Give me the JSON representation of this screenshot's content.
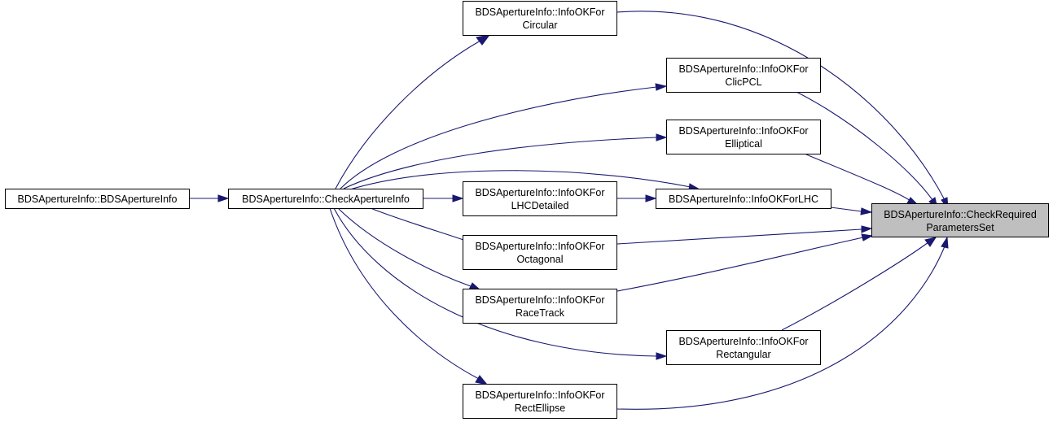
{
  "colors": {
    "edge": "#191970",
    "node_fill": "#ffffff",
    "highlight_fill": "#bfbfbf",
    "border": "#000000"
  },
  "nodes": {
    "ctor": [
      "BDSApertureInfo::BDSApertureInfo"
    ],
    "check": [
      "BDSApertureInfo::CheckApertureInfo"
    ],
    "circular": [
      "BDSApertureInfo::InfoOKFor",
      "Circular"
    ],
    "clicpcl": [
      "BDSApertureInfo::InfoOKFor",
      "ClicPCL"
    ],
    "elliptical": [
      "BDSApertureInfo::InfoOKFor",
      "Elliptical"
    ],
    "lhcdetailed": [
      "BDSApertureInfo::InfoOKFor",
      "LHCDetailed"
    ],
    "lhc": [
      "BDSApertureInfo::InfoOKForLHC"
    ],
    "octagonal": [
      "BDSApertureInfo::InfoOKFor",
      "Octagonal"
    ],
    "racetrack": [
      "BDSApertureInfo::InfoOKFor",
      "RaceTrack"
    ],
    "rectangular": [
      "BDSApertureInfo::InfoOKFor",
      "Rectangular"
    ],
    "rectellipse": [
      "BDSApertureInfo::InfoOKFor",
      "RectEllipse"
    ],
    "required": [
      "BDSApertureInfo::CheckRequired",
      "ParametersSet"
    ]
  }
}
